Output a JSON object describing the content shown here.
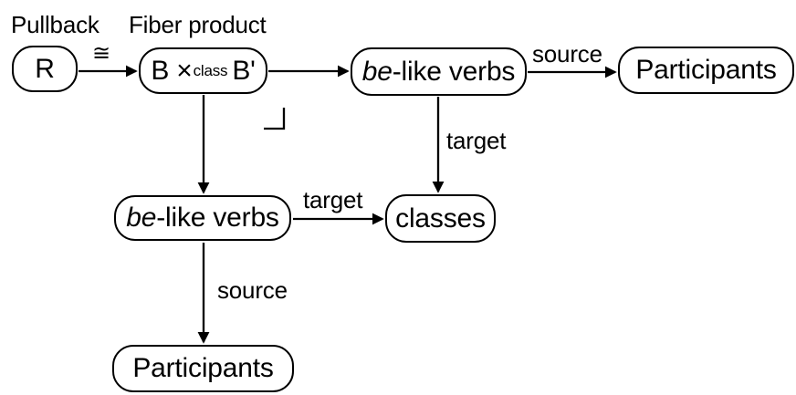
{
  "diagram": {
    "background_color": "#ffffff",
    "ink_color": "#000000",
    "annotations": {
      "pullback": "Pullback",
      "fiber_product": "Fiber product",
      "corner_marker_icon": "pullback-corner"
    },
    "nodes": {
      "r": "R",
      "fiber_product": {
        "base_left": "B ×",
        "subscript": "class",
        "base_right": "B'"
      },
      "be_like_verbs_top": {
        "italic": "be",
        "rest": "-like verbs"
      },
      "participants_top": "Participants",
      "be_like_verbs_bottom": {
        "italic": "be",
        "rest": "-like verbs"
      },
      "classes": "classes",
      "participants_bottom": "Participants"
    },
    "edge_labels": {
      "isomorphism": "≅",
      "source_top": "source",
      "target_middle": "target",
      "target_lower": "target",
      "source_lower": "source"
    }
  }
}
